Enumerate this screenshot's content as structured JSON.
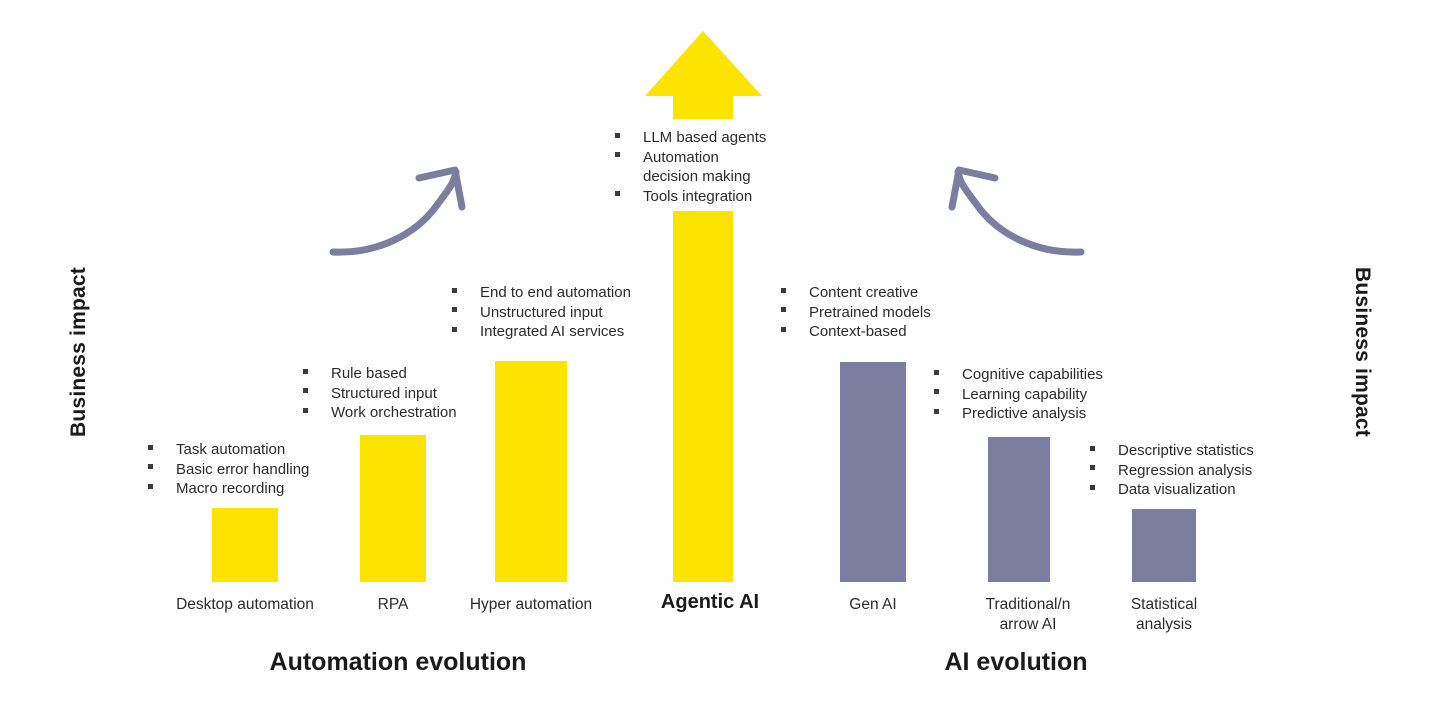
{
  "axis": {
    "left_label": "Business impact",
    "right_label": "Business impact"
  },
  "groups": {
    "automation": {
      "title": "Automation evolution"
    },
    "ai": {
      "title": "AI evolution"
    }
  },
  "colors": {
    "yellow": "#FCE300",
    "purple": "#7B7E9E",
    "arrow_stroke": "#7B7E9E",
    "text": "#2b2b2b"
  },
  "chart_data": {
    "type": "bar",
    "title": "Automation evolution and AI evolution — business impact",
    "xlabel": "",
    "ylabel": "Business impact",
    "grid": false,
    "legend": "none",
    "ylim": [
      0,
      100
    ],
    "categories": [
      "Desktop automation",
      "RPA",
      "Hyper automation",
      "Agentic AI",
      "Gen AI",
      "Traditional/narrow AI",
      "Statistical analysis"
    ],
    "values": [
      16,
      32,
      47,
      100,
      48,
      32,
      16
    ],
    "series": [
      {
        "name": "Automation evolution",
        "color": "#FCE300",
        "categories": [
          "Desktop automation",
          "RPA",
          "Hyper automation",
          "Agentic AI"
        ],
        "values": [
          16,
          32,
          47,
          100
        ]
      },
      {
        "name": "AI evolution",
        "color": "#7B7E9E",
        "categories": [
          "Gen AI",
          "Traditional/narrow AI",
          "Statistical analysis"
        ],
        "values": [
          48,
          32,
          16
        ]
      }
    ],
    "annotations": [
      {
        "category": "Desktop automation",
        "bullets": [
          "Task automation",
          "Basic error handling",
          "Macro recording"
        ]
      },
      {
        "category": "RPA",
        "bullets": [
          "Rule based",
          "Structured input",
          "Work orchestration"
        ]
      },
      {
        "category": "Hyper automation",
        "bullets": [
          "End to end automation",
          "Unstructured input",
          "Integrated AI services"
        ]
      },
      {
        "category": "Agentic AI",
        "bullets": [
          "LLM based agents",
          "Automation\ndecision making",
          "Tools integration"
        ]
      },
      {
        "category": "Gen AI",
        "bullets": [
          "Content creative",
          "Pretrained models",
          "Context-based"
        ]
      },
      {
        "category": "Traditional/narrow AI",
        "bullets": [
          "Cognitive capabilities",
          "Learning capability",
          "Predictive analysis"
        ]
      },
      {
        "category": "Statistical analysis",
        "bullets": [
          "Descriptive statistics",
          "Regression analysis",
          "Data visualization"
        ]
      }
    ]
  },
  "bars": [
    {
      "key": "desktop_automation",
      "label": "Desktop automation",
      "color": "yellow"
    },
    {
      "key": "rpa",
      "label": "RPA",
      "color": "yellow"
    },
    {
      "key": "hyper_automation",
      "label": "Hyper automation",
      "color": "yellow"
    },
    {
      "key": "agentic_ai",
      "label": "Agentic AI",
      "color": "yellow"
    },
    {
      "key": "gen_ai",
      "label": "Gen AI",
      "color": "purple"
    },
    {
      "key": "traditional_ai",
      "label": "Traditional/n\narrow AI",
      "color": "purple"
    },
    {
      "key": "statistical_analysis",
      "label": "Statistical\nanalysis",
      "color": "purple"
    }
  ],
  "bullets": {
    "desktop_automation": [
      "Task automation",
      "Basic error handling",
      "Macro recording"
    ],
    "rpa": [
      "Rule based",
      "Structured input",
      "Work orchestration"
    ],
    "hyper_automation": [
      "End to end automation",
      "Unstructured input",
      "Integrated AI services"
    ],
    "agentic_ai": [
      "LLM based agents",
      "Automation\ndecision making",
      "Tools integration"
    ],
    "gen_ai": [
      "Content creative",
      "Pretrained models",
      "Context-based"
    ],
    "traditional_ai": [
      "Cognitive capabilities",
      "Learning capability",
      "Predictive analysis"
    ],
    "statistical_analysis": [
      "Descriptive statistics",
      "Regression analysis",
      "Data visualization"
    ]
  },
  "icons": {
    "up_arrow": "up-arrow-icon",
    "curve_left": "curved-arrow-up-right-icon",
    "curve_right": "curved-arrow-up-left-icon"
  }
}
